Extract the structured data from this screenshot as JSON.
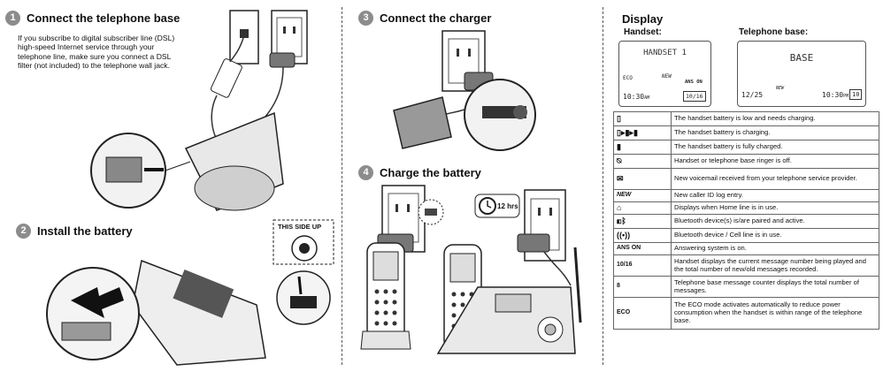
{
  "steps": {
    "step1": {
      "number": "1",
      "title": "Connect the telephone base"
    },
    "step2": {
      "number": "2",
      "title": "Install the battery"
    },
    "step3": {
      "number": "3",
      "title": "Connect the charger"
    },
    "step4": {
      "number": "4",
      "title": "Charge the battery"
    }
  },
  "dsl_note": "If you subscribe to digital subscriber line (DSL) high-speed Internet service through your telephone line, make sure you connect a DSL filter (not included) to the telephone wall jack.",
  "battery_label": {
    "line1": "THIS SIDE UP"
  },
  "charge_time": "12 hrs",
  "display": {
    "title": "Display",
    "handset_label": "Handset:",
    "base_label": "Telephone base:",
    "handset_screen": {
      "name": "HANDSET 1",
      "eco": "ECO",
      "new_ans": "NEW",
      "ans_on": "ANS ON",
      "time": "10:30",
      "am": "AM",
      "counter": "10/16"
    },
    "base_screen": {
      "name": "BASE",
      "date": "12/25",
      "new": "NEW",
      "time": "10:30",
      "am": "PM",
      "counter": "10"
    }
  },
  "legend": [
    {
      "icon": "battery-low-icon",
      "icon_text": "",
      "text": "The handset battery is low and needs charging."
    },
    {
      "icon": "battery-charging-icon",
      "icon_text": "",
      "text": "The handset battery is charging."
    },
    {
      "icon": "battery-full-icon",
      "icon_text": "",
      "text": "The handset battery is fully charged."
    },
    {
      "icon": "ringer-off-icon",
      "icon_text": "",
      "text": "Handset or telephone base ringer is off."
    },
    {
      "icon": "voicemail-icon",
      "icon_text": "",
      "text": "New voicemail received from your telephone service provider."
    },
    {
      "icon": "new-text",
      "icon_text": "NEW",
      "text": "New caller ID log entry."
    },
    {
      "icon": "home-icon",
      "icon_text": "",
      "text": "Displays when Home line is in use."
    },
    {
      "icon": "bluetooth-icon",
      "icon_text": "",
      "text": "Bluetooth device(s) is/are paired and active."
    },
    {
      "icon": "cell-line-icon",
      "icon_text": "",
      "text": "Bluetooth device / Cell line is in use."
    },
    {
      "icon": "ans-on-text",
      "icon_text": "ANS ON",
      "text": "Answering system is on."
    },
    {
      "icon": "message-counter-icon",
      "icon_text": "10/16",
      "text": "Handset displays the current message number being played and the total number of new/old messages recorded."
    },
    {
      "icon": "base-counter-icon",
      "icon_text": "8",
      "text": "Telephone base message counter displays the total number of messages."
    },
    {
      "icon": "eco-text",
      "icon_text": "ECO",
      "text": "The ECO mode activates automatically to reduce power consumption when the handset is within range of the telephone base."
    }
  ]
}
